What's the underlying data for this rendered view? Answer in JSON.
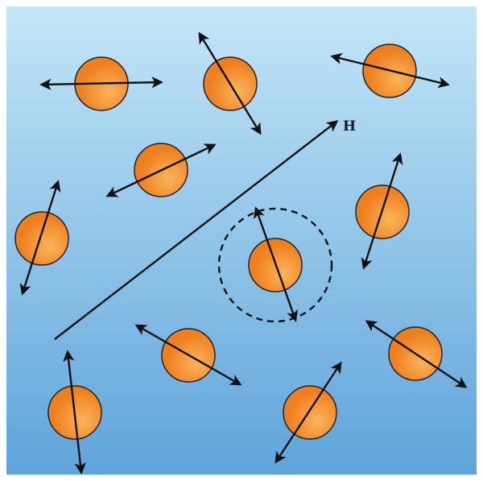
{
  "diagram": {
    "field_label": "H",
    "colors": {
      "background_top": "#c3e6f7",
      "background_bottom": "#5fa4da",
      "particle_light": "#fbb45a",
      "particle_dark": "#ef7e1d",
      "particle_outline": "#222222",
      "vector": "#111111",
      "frame": "#ffffff"
    },
    "particles": [
      {
        "id": "p1",
        "highlighted": false
      },
      {
        "id": "p2",
        "highlighted": false
      },
      {
        "id": "p3",
        "highlighted": false
      },
      {
        "id": "p4",
        "highlighted": false
      },
      {
        "id": "p5",
        "highlighted": false
      },
      {
        "id": "p6",
        "highlighted": false
      },
      {
        "id": "p7",
        "highlighted": true
      },
      {
        "id": "p8",
        "highlighted": false
      },
      {
        "id": "p9",
        "highlighted": false
      },
      {
        "id": "p10",
        "highlighted": false
      },
      {
        "id": "p11",
        "highlighted": false
      },
      {
        "id": "p12",
        "highlighted": false
      }
    ]
  }
}
